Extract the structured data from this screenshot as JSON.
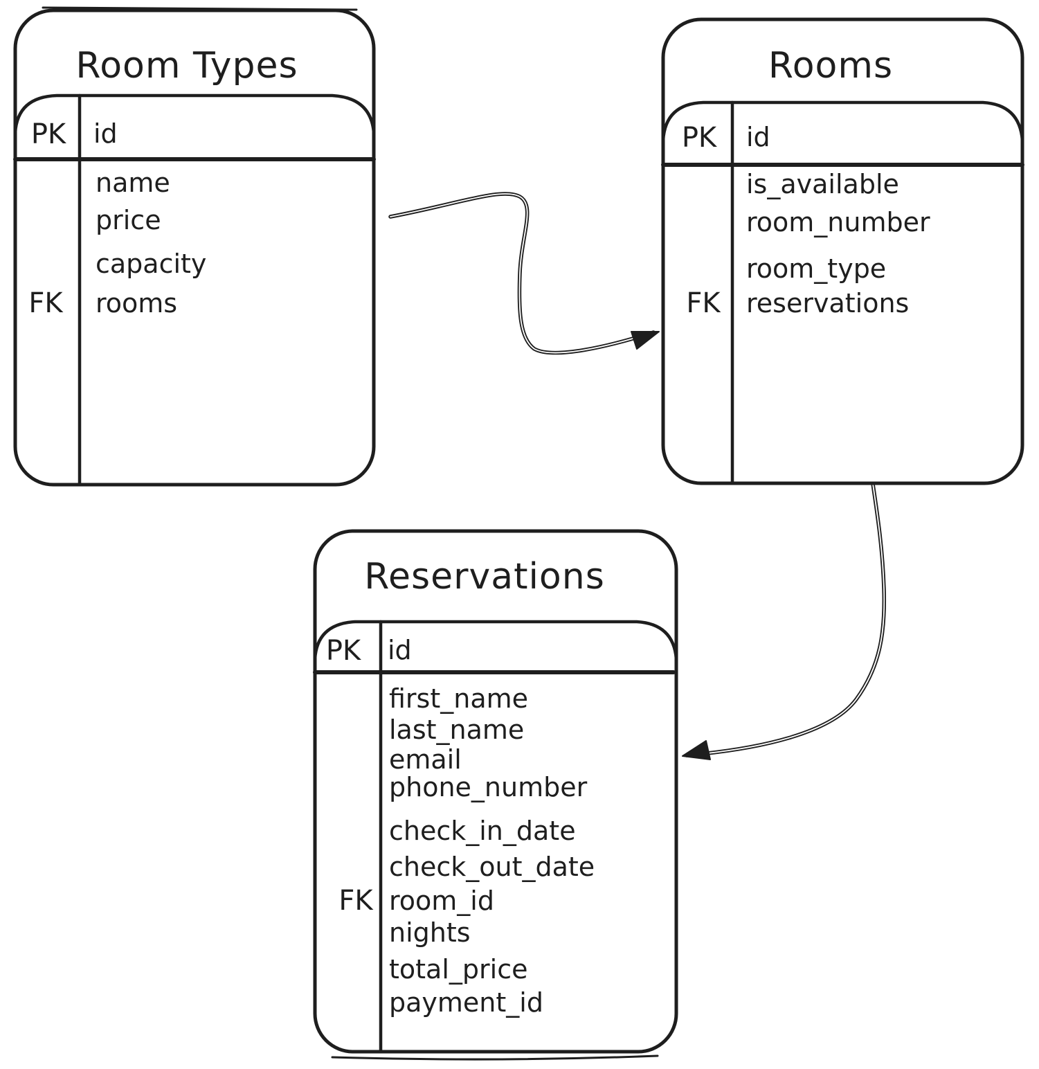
{
  "diagram": {
    "colors": {
      "background": "#ffffff",
      "ink": "#1e1e1e"
    },
    "tables": [
      {
        "name": "Room Types",
        "primary_key": {
          "key_label": "PK",
          "field": "id"
        },
        "fields": [
          {
            "label": "name",
            "key_label": ""
          },
          {
            "label": "price",
            "key_label": ""
          },
          {
            "label": "capacity",
            "key_label": ""
          },
          {
            "label": "rooms",
            "key_label": "FK"
          }
        ]
      },
      {
        "name": "Rooms",
        "primary_key": {
          "key_label": "PK",
          "field": "id"
        },
        "fields": [
          {
            "label": "is_available",
            "key_label": ""
          },
          {
            "label": "room_number",
            "key_label": ""
          },
          {
            "label": "room_type",
            "key_label": ""
          },
          {
            "label": "reservations",
            "key_label": "FK"
          }
        ]
      },
      {
        "name": "Reservations",
        "primary_key": {
          "key_label": "PK",
          "field": "id"
        },
        "fields": [
          {
            "label": "first_name",
            "key_label": ""
          },
          {
            "label": "last_name",
            "key_label": ""
          },
          {
            "label": "email",
            "key_label": ""
          },
          {
            "label": "phone_number",
            "key_label": ""
          },
          {
            "label": "check_in_date",
            "key_label": ""
          },
          {
            "label": "check_out_date",
            "key_label": ""
          },
          {
            "label": "room_id",
            "key_label": "FK"
          },
          {
            "label": "nights",
            "key_label": ""
          },
          {
            "label": "total_price",
            "key_label": ""
          },
          {
            "label": "payment_id",
            "key_label": ""
          }
        ]
      }
    ],
    "relations": [
      {
        "from_table": "Room Types",
        "from_field": "rooms",
        "to_table": "Rooms"
      },
      {
        "from_table": "Rooms",
        "from_field": "reservations",
        "to_table": "Reservations"
      }
    ]
  }
}
